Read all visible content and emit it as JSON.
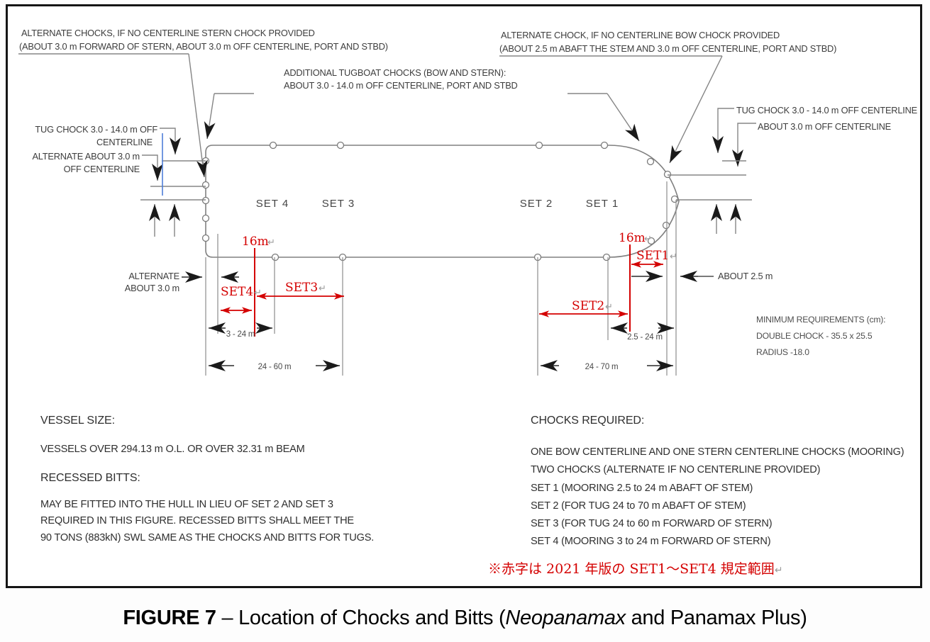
{
  "colors": {
    "red": "#d40000",
    "line_gray": "#858585",
    "text_gray": "#3d3d3d",
    "blue": "#4f7fd9",
    "arrow_black": "#1a1a1a"
  },
  "top_labels": {
    "alt_stern_1": "ALTERNATE CHOCKS, IF NO CENTERLINE STERN CHOCK PROVIDED",
    "alt_stern_2": "(ABOUT 3.0 m FORWARD OF STERN, ABOUT 3.0 m OFF CENTERLINE, PORT AND STBD)",
    "alt_bow_1": "ALTERNATE CHOCK, IF NO CENTERLINE BOW CHOCK PROVIDED",
    "alt_bow_2": "(ABOUT 2.5 m ABAFT THE STEM AND 3.0 m OFF CENTERLINE, PORT AND STBD)",
    "tugboat_1": "ADDITIONAL TUGBOAT CHOCKS (BOW AND STERN):",
    "tugboat_2": "ABOUT 3.0 - 14.0 m OFF CENTERLINE, PORT AND STBD"
  },
  "side_labels": {
    "left_tug_1": "TUG CHOCK 3.0 - 14.0 m OFF",
    "left_tug_2": "CENTERLINE",
    "left_alt_1": "ALTERNATE ABOUT 3.0 m",
    "left_alt_2": "OFF CENTERLINE",
    "right_tug": "TUG CHOCK 3.0 - 14.0 m OFF CENTERLINE",
    "right_about": "ABOUT 3.0 m OFF CENTERLINE",
    "alternate_1": "ALTERNATE",
    "alternate_2": "ABOUT 3.0 m",
    "about_2_5": "ABOUT 2.5 m"
  },
  "hull_sets": {
    "set4": "SET 4",
    "set3": "SET 3",
    "set2": "SET 2",
    "set1": "SET 1"
  },
  "red_annotations": {
    "left_16m": "16m",
    "right_16m": "16m",
    "set4": "SET4",
    "set3": "SET3",
    "set2": "SET2",
    "set1": "SET1",
    "return_mark": "↵",
    "note": "※赤字は 2021 年版の SET1～SET4 規定範囲"
  },
  "dimensions": {
    "d_3_24": "3 - 24 m",
    "d_24_60": "24 - 60 m",
    "d_2_5_24": "2.5 - 24 m",
    "d_24_70": "24 - 70 m"
  },
  "min_requirements": {
    "line1": "MINIMUM REQUIREMENTS (cm):",
    "line2": "DOUBLE CHOCK - 35.5 x 25.5",
    "line3": "RADIUS -18.0"
  },
  "vessel_size": {
    "heading": "VESSEL SIZE:",
    "body": "VESSELS OVER 294.13 m O.L. OR OVER 32.31 m BEAM"
  },
  "recessed_bitts": {
    "heading": "RECESSED BITTS:",
    "line1": "MAY BE FITTED INTO THE HULL IN LIEU OF SET 2 AND SET 3",
    "line2": "REQUIRED IN THIS FIGURE.  RECESSED BITTS SHALL MEET THE",
    "line3": "90 TONS (883kN) SWL SAME AS THE CHOCKS AND BITTS FOR TUGS."
  },
  "chocks_required": {
    "heading": "CHOCKS REQUIRED:",
    "items": [
      "ONE BOW CENTERLINE AND ONE STERN CENTERLINE CHOCKS (MOORING)",
      "TWO CHOCKS (ALTERNATE IF NO CENTERLINE PROVIDED)",
      "SET 1 (MOORING 2.5 to 24 m ABAFT OF STEM)",
      "SET 2 (FOR TUG 24 to 70 m ABAFT OF STEM)",
      "SET 3 (FOR TUG 24 to 60 m FORWARD OF STERN)",
      "SET 4 (MOORING 3 to 24 m FORWARD OF STERN)"
    ]
  },
  "caption": {
    "part_bold": "FIGURE 7",
    "part_mid": " – Location of Chocks and Bitts (",
    "part_italic": "Neopanamax",
    "part_end": " and Panamax Plus)"
  }
}
